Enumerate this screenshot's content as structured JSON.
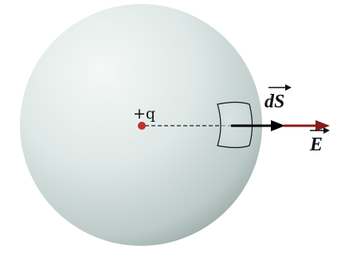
{
  "diagram": {
    "charge_label": "+q",
    "area_vector_label": "dS",
    "field_vector_label": "E",
    "colors": {
      "sphere_light": "#f4f8f7",
      "sphere_mid": "#d3dfdd",
      "sphere_dark": "#8c9a98",
      "charge": "#c0302e",
      "area_vector": "#000000",
      "field_vector": "#8b1a1a",
      "dashed_line": "#222222"
    }
  }
}
